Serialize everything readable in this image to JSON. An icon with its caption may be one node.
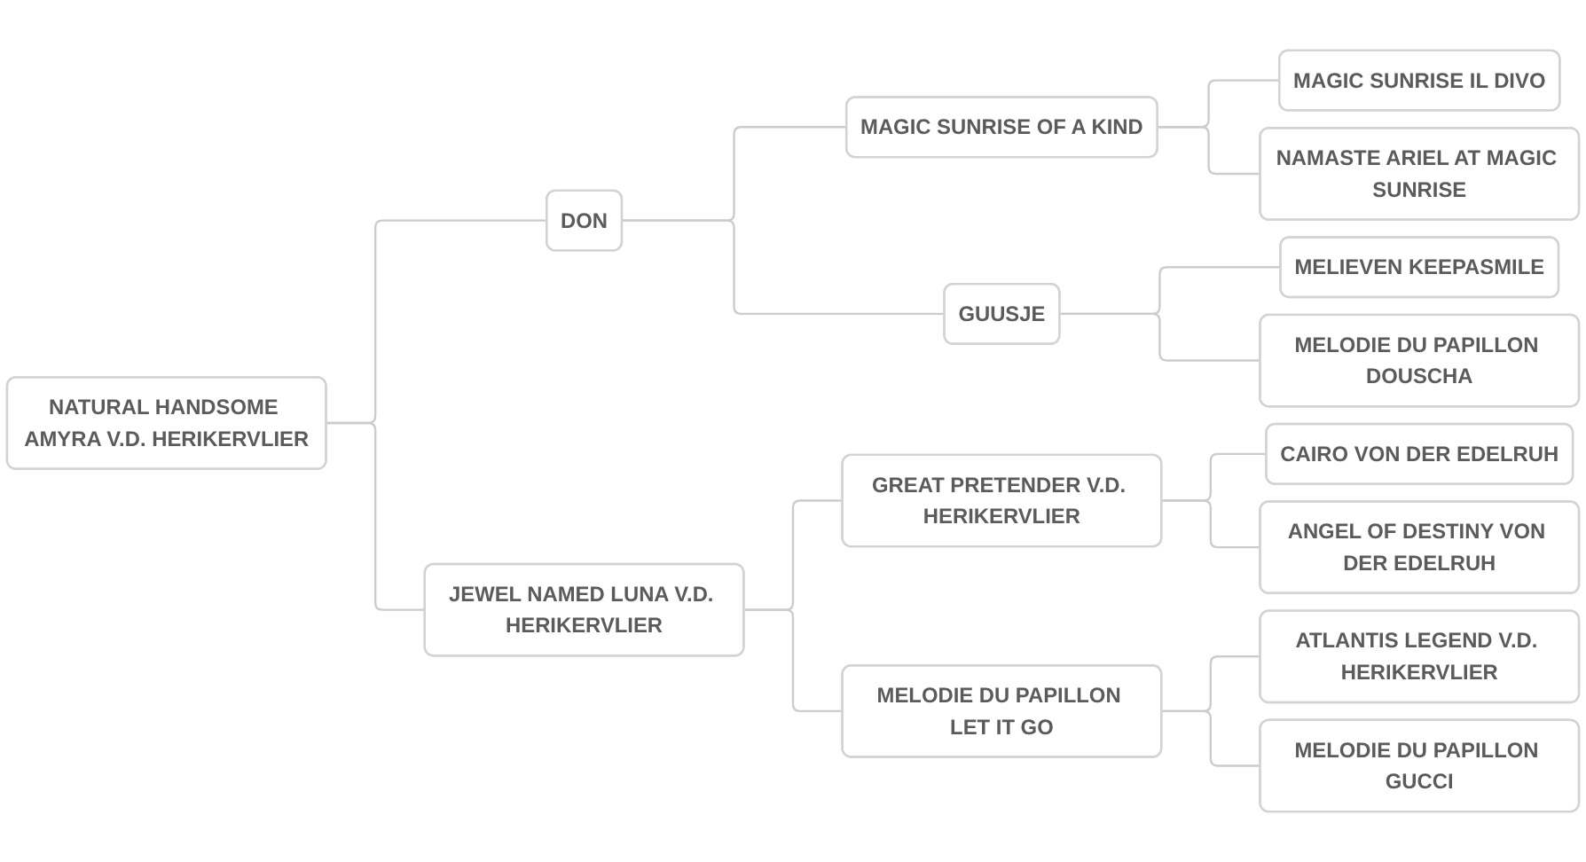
{
  "diagram": {
    "nodes": [
      {
        "text": [
          "NATURAL HANDSOME AMYRA V.D. HERIKERVLIER"
        ]
      },
      {
        "text": [
          "DON"
        ]
      },
      {
        "text": [
          "MAGIC SUNRISE OF A KIND"
        ]
      },
      {
        "text": [
          "MAGIC SUNRISE IL DIVO"
        ]
      },
      {
        "text": [
          "NAMASTE ARIEL AT MAGIC SUNRISE"
        ]
      },
      {
        "text": [
          "GUUSJE"
        ]
      },
      {
        "text": [
          "MELIEVEN KEEPASMILE"
        ]
      },
      {
        "text": [
          "MELODIE DU PAPILLON DOUSCHA"
        ]
      },
      {
        "text": [
          "JEWEL NAMED LUNA V.D. HERIKERVLIER"
        ]
      },
      {
        "text": [
          "GREAT PRETENDER V.D. HERIKERVLIER"
        ]
      },
      {
        "text": [
          "CAIRO VON DER EDELRUH"
        ]
      },
      {
        "text": [
          "ANGEL OF DESTINY VON DER EDELRUH"
        ]
      },
      {
        "text": [
          "MELODIE DU PAPILLON LET IT GO"
        ]
      },
      {
        "text": [
          "ATLANTIS LEGEND V.D. HERIKERVLIER"
        ]
      },
      {
        "text": [
          "MELODIE DU PAPILLON GUCCI"
        ]
      }
    ],
    "edges": [
      {
        "from": 0,
        "to": 1,
        "arrow": "none"
      },
      {
        "from": 1,
        "to": 2,
        "arrow": "none"
      },
      {
        "from": 2,
        "to": 3,
        "arrow": "none"
      },
      {
        "from": 2,
        "to": 4,
        "arrow": "none"
      },
      {
        "from": 1,
        "to": 5,
        "arrow": "none"
      },
      {
        "from": 5,
        "to": 6,
        "arrow": "none"
      },
      {
        "from": 5,
        "to": 7,
        "arrow": "none"
      },
      {
        "from": 0,
        "to": 8,
        "arrow": "none"
      },
      {
        "from": 8,
        "to": 9,
        "arrow": "none"
      },
      {
        "from": 9,
        "to": 10,
        "arrow": "none"
      },
      {
        "from": 9,
        "to": 11,
        "arrow": "none"
      },
      {
        "from": 8,
        "to": 12,
        "arrow": "none"
      },
      {
        "from": 12,
        "to": 13,
        "arrow": "none"
      },
      {
        "from": 12,
        "to": 14,
        "arrow": "none"
      }
    ]
  }
}
